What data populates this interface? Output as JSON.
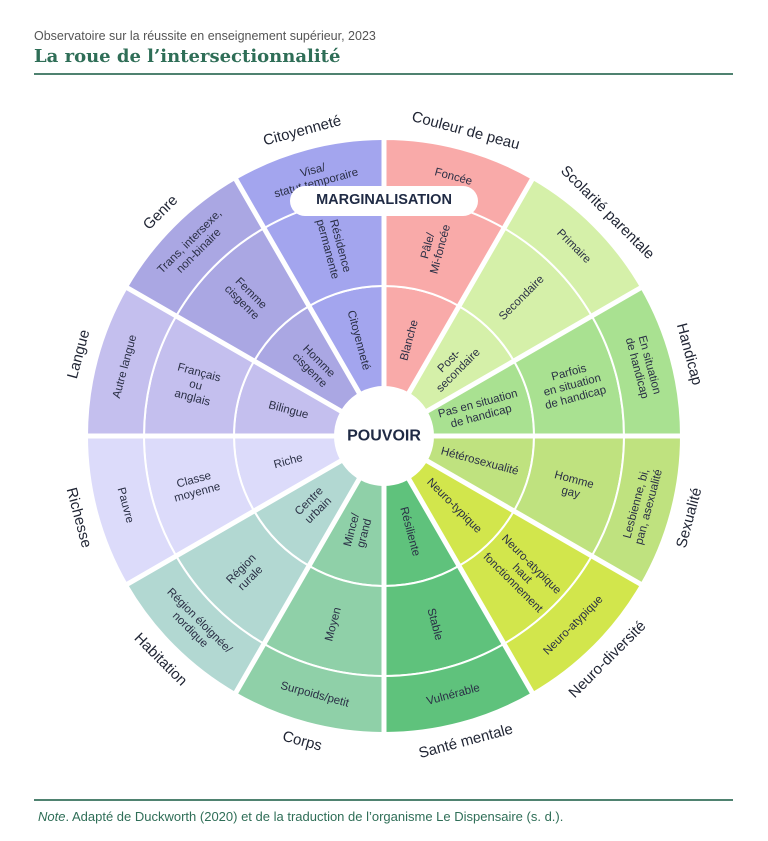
{
  "header": {
    "subtitle": "Observatoire sur la réussite en enseignement supérieur, 2023",
    "title": "La roue de l’intersectionnalité"
  },
  "wheel": {
    "center_label": "POUVOIR",
    "outer_label": "MARGINALISATION",
    "sectors": [
      {
        "category": "Couleur de peau",
        "color": "#f9aaa9",
        "rings": [
          {
            "lines": [
              "Blanche"
            ]
          },
          {
            "lines": [
              "Pâle/",
              "Mi-foncée"
            ]
          },
          {
            "lines": [
              "Foncée"
            ]
          }
        ]
      },
      {
        "category": "Scolarité parentale",
        "color": "#d5f0a9",
        "rings": [
          {
            "lines": [
              "Post-",
              "secondaire"
            ]
          },
          {
            "lines": [
              "Secondaire"
            ]
          },
          {
            "lines": [
              "Primaire"
            ]
          }
        ]
      },
      {
        "category": "Handicap",
        "color": "#a9e191",
        "rings": [
          {
            "lines": [
              "Pas en situation",
              "de handicap"
            ]
          },
          {
            "lines": [
              "Parfois",
              "en situation",
              "de handicap"
            ]
          },
          {
            "lines": [
              "En situation",
              "de handicap"
            ]
          }
        ]
      },
      {
        "category": "Sexualité",
        "color": "#bfe27f",
        "rings": [
          {
            "lines": [
              "Hétérosexualité"
            ]
          },
          {
            "lines": [
              "Homme",
              "gay"
            ]
          },
          {
            "lines": [
              "Lesbienne, bi,",
              "pan, asexualité"
            ]
          }
        ]
      },
      {
        "category": "Neuro-diversité",
        "color": "#d2e64c",
        "rings": [
          {
            "lines": [
              "Neuro-typique"
            ]
          },
          {
            "lines": [
              "Neuro-atypique",
              "haut",
              "fonctionnement"
            ]
          },
          {
            "lines": [
              "Neuro-atypique"
            ]
          }
        ]
      },
      {
        "category": "Santé mentale",
        "color": "#5fc27c",
        "rings": [
          {
            "lines": [
              "Résiliente"
            ]
          },
          {
            "lines": [
              "Stable"
            ]
          },
          {
            "lines": [
              "Vulnérable"
            ]
          }
        ]
      },
      {
        "category": "Corps",
        "color": "#8fd0a8",
        "rings": [
          {
            "lines": [
              "Mince/",
              "grand"
            ]
          },
          {
            "lines": [
              "Moyen"
            ]
          },
          {
            "lines": [
              "Surpoids/petit"
            ]
          }
        ]
      },
      {
        "category": "Habitation",
        "color": "#b2d8d2",
        "rings": [
          {
            "lines": [
              "Centre",
              "urbain"
            ]
          },
          {
            "lines": [
              "Région",
              "rurale"
            ]
          },
          {
            "lines": [
              "Région éloignée/",
              "nordique"
            ]
          }
        ]
      },
      {
        "category": "Richesse",
        "color": "#dcdbfa",
        "rings": [
          {
            "lines": [
              "Riche"
            ]
          },
          {
            "lines": [
              "Classe",
              "moyenne"
            ]
          },
          {
            "lines": [
              "Pauvre"
            ]
          }
        ]
      },
      {
        "category": "Langue",
        "color": "#c4bfee",
        "rings": [
          {
            "lines": [
              "Bilingue"
            ]
          },
          {
            "lines": [
              "Français",
              "ou",
              "anglais"
            ]
          },
          {
            "lines": [
              "Autre langue"
            ]
          }
        ]
      },
      {
        "category": "Genre",
        "color": "#aaa7e3",
        "rings": [
          {
            "lines": [
              "Homme",
              "cisgenre"
            ]
          },
          {
            "lines": [
              "Femme",
              "cisgenre"
            ]
          },
          {
            "lines": [
              "Trans, intersexe,",
              "non-binaire"
            ]
          }
        ]
      },
      {
        "category": "Citoyenneté",
        "color": "#a3a5ee",
        "rings": [
          {
            "lines": [
              "Citoyenneté"
            ]
          },
          {
            "lines": [
              "Résidence",
              "permanente"
            ]
          },
          {
            "lines": [
              "Visa/",
              "statut temporaire"
            ]
          }
        ]
      }
    ]
  },
  "footer": {
    "note_label": "Note",
    "note_text": ". Adapté de Duckworth (2020) et de la traduction de l’organisme Le Dispensaire (s. d.)."
  }
}
